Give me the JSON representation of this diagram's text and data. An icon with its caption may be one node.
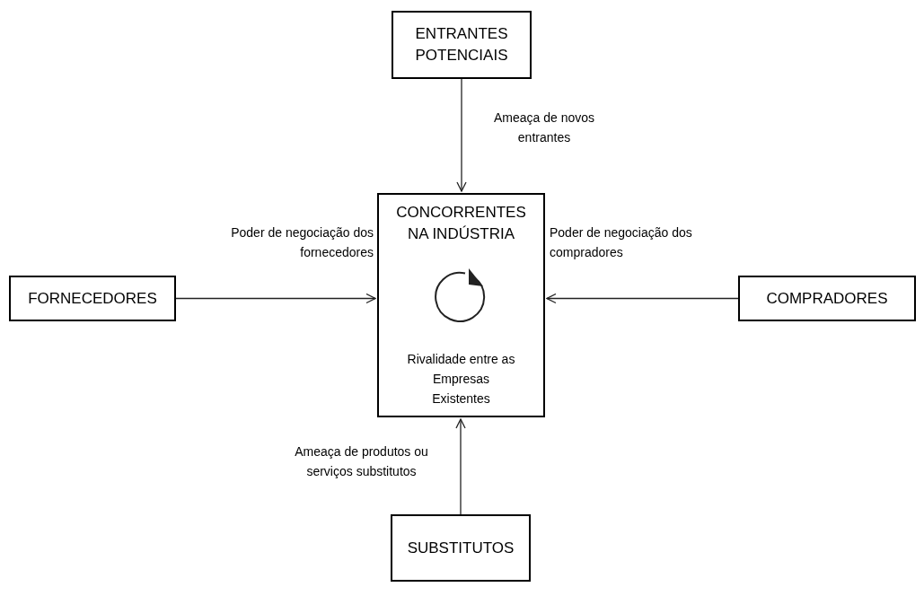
{
  "diagram": {
    "nodes": [
      {
        "text": [
          "ENTRANTES POTENCIAIS"
        ]
      },
      {
        "text": [
          "CONCORRENTES NA INDÚSTRIA",
          "Rivalidade entre as Empresas Existentes"
        ]
      },
      {
        "text": [
          "FORNECEDORES"
        ]
      },
      {
        "text": [
          "COMPRADORES"
        ]
      },
      {
        "text": [
          "SUBSTITUTOS"
        ]
      }
    ],
    "edges": [
      {
        "from": 0,
        "to": 1,
        "arrow": "to",
        "label": "Ameaça de novos entrantes"
      },
      {
        "from": 2,
        "to": 1,
        "arrow": "to",
        "label": "Poder de negociação dos fornecedores"
      },
      {
        "from": 3,
        "to": 1,
        "arrow": "to",
        "label": "Poder de negociação dos compradores"
      },
      {
        "from": 4,
        "to": 1,
        "arrow": "to",
        "label": "Ameaça de produtos ou serviços substitutos"
      }
    ]
  }
}
